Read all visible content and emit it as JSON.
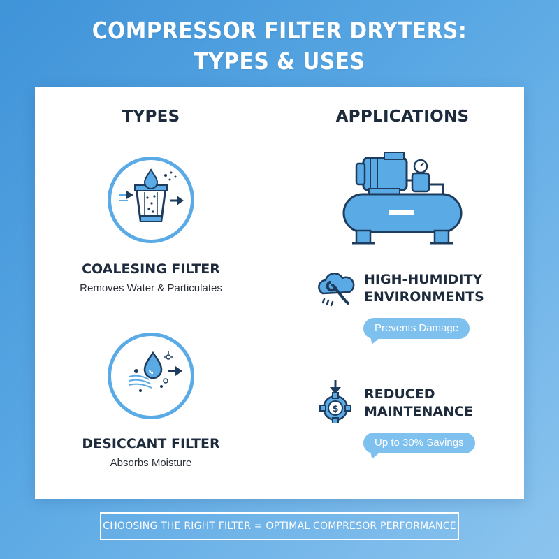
{
  "header": {
    "title_line1": "COMPRESSOR FILTER DRYTERS:",
    "title_line2": "TYPES & USES"
  },
  "types": {
    "heading": "TYPES",
    "items": [
      {
        "title": "COALESING FILTER",
        "subtitle": "Removes Water & Particulates",
        "icon": "coalescing-filter-icon"
      },
      {
        "title": "DESICCANT FILTER",
        "subtitle": "Absorbs Moisture",
        "icon": "desiccant-filter-icon"
      }
    ]
  },
  "applications": {
    "heading": "APPLICATIONS",
    "illustration": "air-compressor-icon",
    "items": [
      {
        "line1": "HIGH-HUMIDITY",
        "line2": "ENVIRONMENTS",
        "badge": "Prevents Damage",
        "icon": "cloud-wrench-icon"
      },
      {
        "line1": "REDUCED",
        "line2": "MAINTENANCE",
        "badge": "Up to 30% Savings",
        "icon": "dollar-gear-icon"
      }
    ]
  },
  "footer": {
    "text": "CHOOSING THE RIGHT FILTER = OPTIMAL COMPRESOR PERFORMANCE"
  },
  "colors": {
    "accent": "#5aaae6",
    "dark_text": "#1d2b3c",
    "badge": "#7ec0ee",
    "background": "#4a9bdc"
  }
}
